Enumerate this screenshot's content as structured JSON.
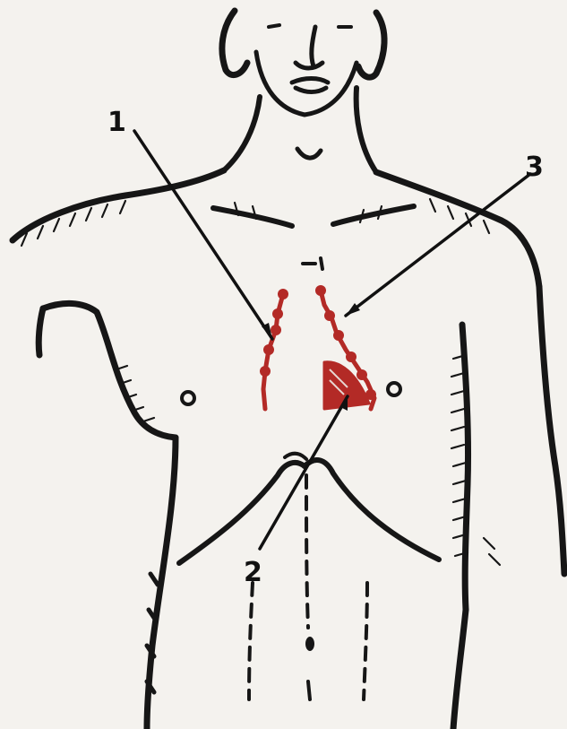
{
  "labels": {
    "one": "1",
    "two": "2",
    "three": "3"
  },
  "colors": {
    "ink": "#161616",
    "paper": "#f4f2ee",
    "marking_red": "#b32a26"
  }
}
